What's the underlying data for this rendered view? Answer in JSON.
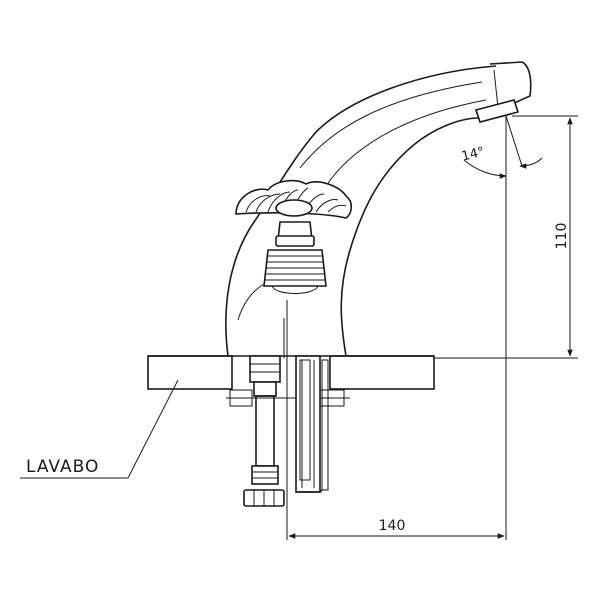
{
  "drawing": {
    "label": "LAVABO",
    "dimensions": {
      "height": "110",
      "reach": "140",
      "angle": "14°"
    }
  }
}
